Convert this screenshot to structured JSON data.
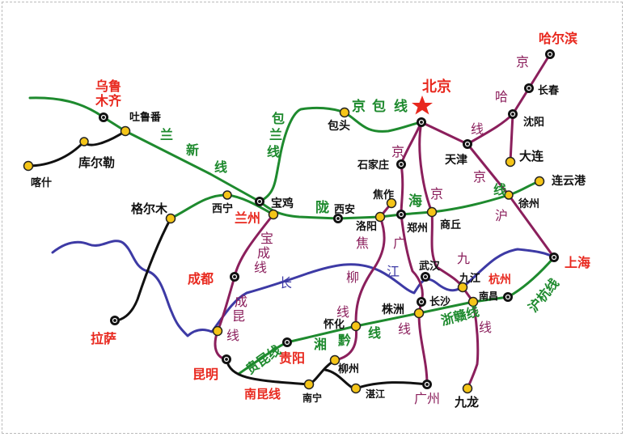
{
  "colors": {
    "trunk_green": "#1e8a2e",
    "trunk_purple": "#8b1f5c",
    "river_blue": "#3d3aa5",
    "capital_red": "#e8281e"
  },
  "cities": {
    "urumqi_1": "乌鲁",
    "urumqi_2": "木齐",
    "turpan": "吐鲁番",
    "korla": "库尔勒",
    "kashgar": "喀什",
    "golmud": "格尔木",
    "xining": "西宁",
    "lanzhou": "兰州",
    "baoji": "宝鸡",
    "lhasa": "拉萨",
    "baotou": "包头",
    "beijing": "北京",
    "tianjin": "天津",
    "shenyang": "沈阳",
    "changchun": "长春",
    "harbin": "哈尔滨",
    "dalian": "大连",
    "lianyungang": "连云港",
    "xuzhou": "徐州",
    "shijiazhuang": "石家庄",
    "jiaozuo": "焦作",
    "xian": "西安",
    "luoyang": "洛阳",
    "zhengzhou": "郑州",
    "shangqiu": "商丘",
    "chengdu": "成都",
    "wuhan": "武汉",
    "jiujiang": "九江",
    "hangzhou": "杭州",
    "shanghai": "上海",
    "changsha": "长沙",
    "nanchang": "南昌",
    "zhuzhou": "株洲",
    "huaihua": "怀化",
    "guiyang": "贵阳",
    "kunming": "昆明",
    "liuzhou": "柳州",
    "nanning": "南宁",
    "zhanjiang": "湛江",
    "guangzhou": "广州",
    "kowloon": "九龙"
  },
  "lines": {
    "lanxin": [
      "兰",
      "新",
      "线"
    ],
    "baolan": [
      "包",
      "兰",
      "线"
    ],
    "jingbao": [
      "京",
      "包",
      "线"
    ],
    "longhai": [
      "陇",
      "海"
    ],
    "jingguang": [
      "京",
      "广"
    ],
    "jingjiu": [
      "京",
      "九",
      "线"
    ],
    "jinghu": [
      "京",
      "沪",
      "线"
    ],
    "jingha": [
      "京",
      "哈",
      "线"
    ],
    "baocheng": [
      "宝",
      "成",
      "线"
    ],
    "chengkun": [
      "成",
      "昆",
      "线"
    ],
    "jiaoliu": [
      "焦",
      "柳",
      "线"
    ],
    "guikun": "贵昆线",
    "xiangqian": [
      "湘",
      "黔",
      "线"
    ],
    "zhegan": "浙赣线",
    "huhang": "沪杭线",
    "nankun": "南昆线",
    "yangtze": [
      "长",
      "江"
    ]
  }
}
